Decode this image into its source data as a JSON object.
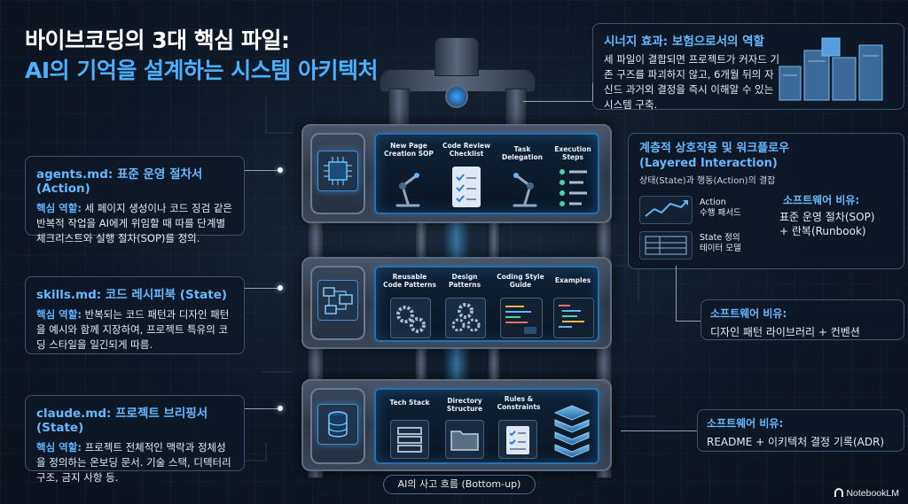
{
  "title": {
    "line1": "바이브코딩의 3대 핵심 파일:",
    "line2": "AI의 기억을 설계하는 시스템 아키텍처"
  },
  "left_callouts": [
    {
      "head": "agents.md: 표준 운영 절차서 (Action)",
      "role_label": "핵심 역할:",
      "body": "세 페이지 생성이나 코드 징검 같은 반복적 작업을 AI에게 위임할 때 따를 단계별 체크리스트와 실행 절차(SOP)를 정의."
    },
    {
      "head": "skills.md: 코드 레시피북 (State)",
      "role_label": "핵심 역할:",
      "body": "반복되는 코드 패턴과 디자인 패턴을 예시와 함께 지장하여, 프로젝트 특유의 코딩 스타일을 일긴되게 따름."
    },
    {
      "head": "claude.md: 프로젝트 브리핑서 (State)",
      "role_label": "핵심 역할:",
      "body": "프로젝트 전체적인 맥락과 정체성을 정의하는 온보딩 문서. 기술 스택, 디텍터리 구조, 금지 사항 등."
    }
  ],
  "modules": [
    {
      "labels": [
        "New Page\nCreation SOP",
        "Code Review\nChecklist",
        "Task Delegation",
        "Execution Steps"
      ],
      "icons": [
        "chip-icon",
        "robot-arm-icon",
        "checklist-icon",
        "robot-arm-icon",
        "steps-icon"
      ]
    },
    {
      "labels": [
        "Reusable\nCode Patterns",
        "Design\nPatterns",
        "Coding Style\nGuide",
        "Examples"
      ],
      "icons": [
        "flow-icon",
        "gears-icon",
        "gears-icon",
        "code-window-icon",
        "code-window-icon"
      ]
    },
    {
      "labels": [
        "Tech Stack",
        "Directory\nStructure",
        "Rules &\nConstraints"
      ],
      "icons": [
        "database-icon",
        "folder-icon",
        "rules-icon",
        "server-stack-icon"
      ]
    }
  ],
  "synergy": {
    "head": "시너지 효과: 보험으로서의 역할",
    "body": "세 파일이 결합되면 프로젝트가 커자드 기존 구즈를 파괴하지 않고, 6개월 뒤의 자신드 과거외 결정을 즉시 이해알 수 있는 시스템 구축."
  },
  "layered": {
    "head": "계층적 상호작용 및 워크플로우 (Layered Interaction)",
    "caption": "상태(State)과 행동(Action)의 결잡",
    "items": [
      {
        "icon": "trend-chart-icon",
        "label": "Action\n수행 패서드"
      },
      {
        "icon": "data-table-icon",
        "label": "State 정의\n테이터 모델"
      }
    ],
    "analogy_head": "소프트웨어 비유:",
    "analogy_body": "표준 운영 절차(SOP)\n+ 란복(Runbook)"
  },
  "analogy_mid": {
    "head": "소프트웨어 비유:",
    "body": "디자인 패턴 라이브러리 + 컨벤션"
  },
  "analogy_bottom": {
    "head": "소프트웨어 비유:",
    "body": "README + 이키텍처 결정 기록(ADR)"
  },
  "flow_label": "AI의 사고 흐름 (Bottom-up)",
  "brand": "NotebookLM",
  "colors": {
    "accent": "#4ab0ff",
    "heading": "#66b8ff",
    "box_border": "#3f5469",
    "background": "#0f1826"
  }
}
